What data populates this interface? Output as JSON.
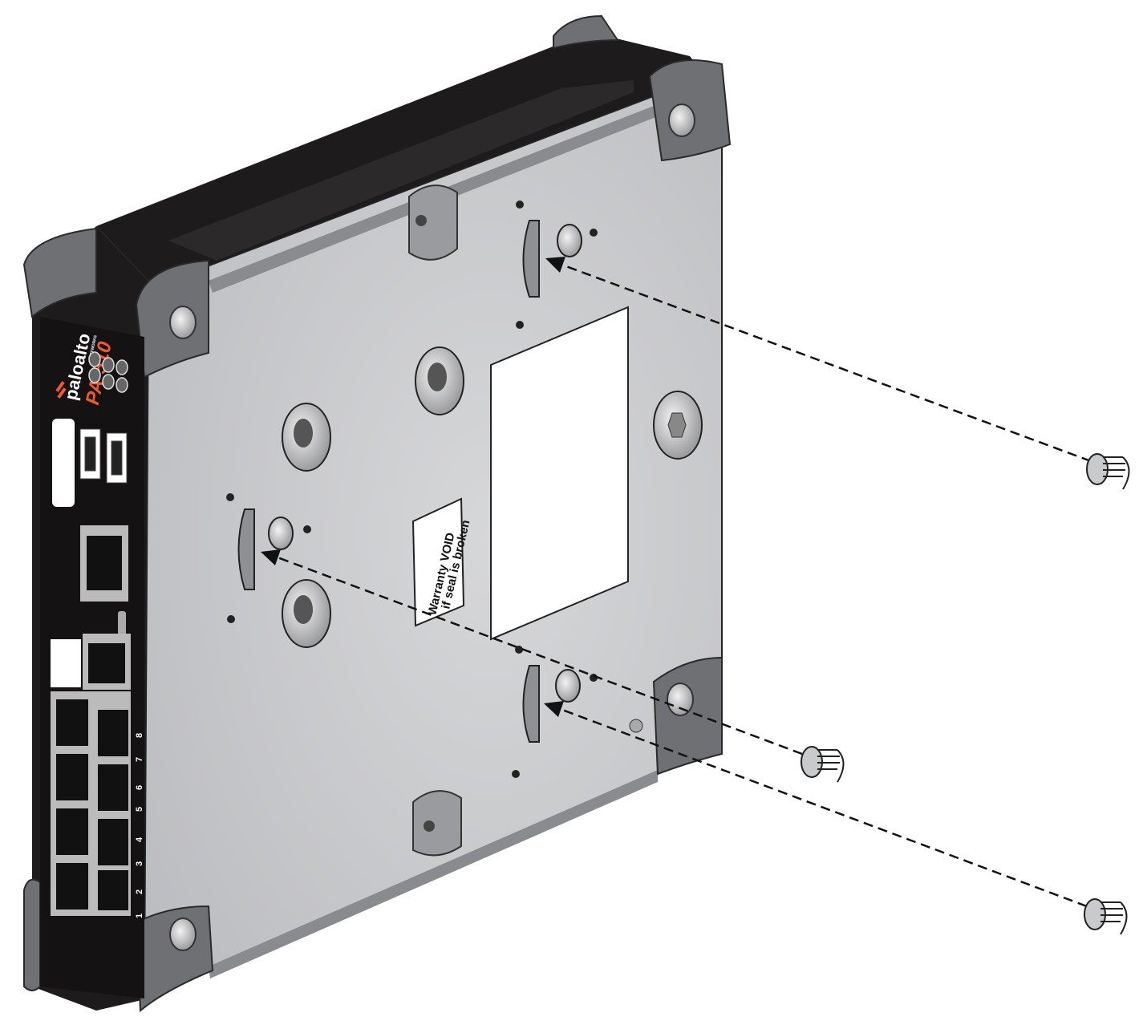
{
  "device": {
    "brand": "paloalto",
    "brand_sub": "NETWORKS",
    "model": "PA-510",
    "port_labels": [
      "1",
      "2",
      "3",
      "4",
      "5",
      "6",
      "7",
      "8"
    ]
  },
  "seal_label": {
    "line1": "Warranty VOID",
    "line2": "if seal is broken"
  },
  "colors": {
    "chassis": "#1e1b1c",
    "plate": "#c9cacc",
    "bumper": "#6f7073",
    "brand_accent": "#f05a28"
  }
}
